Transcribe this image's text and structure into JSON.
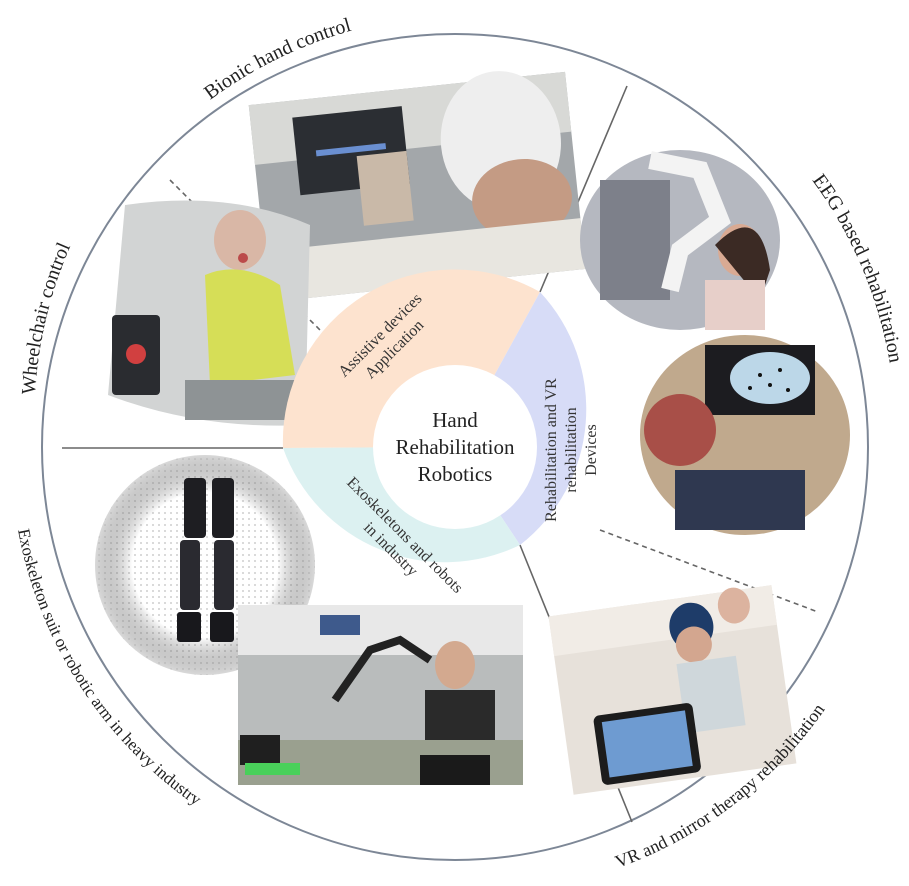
{
  "center": {
    "title_lines": [
      "Hand",
      "Rehabilitation",
      "Robotics"
    ]
  },
  "segments": [
    {
      "lines": [
        "Assistive devices",
        "Application"
      ],
      "color": "#fde3cf"
    },
    {
      "lines": [
        "Rehabilitation and VR",
        "rehabilitation",
        "Devices"
      ],
      "color": "#d7dcf7"
    },
    {
      "lines": [
        "Exoskeletons and robots",
        "in industry"
      ],
      "color": "#dcf1f1"
    }
  ],
  "outer_labels": {
    "bionic": "Bionic hand control",
    "wheelchair": "Wheelchair control",
    "eeg": "EEG based rehabilitation",
    "exoskeleton": "Exoskeleton suit or robotic arm in heavy industry",
    "vr": "VR and mirror therapy rehabilitation"
  },
  "photos": {
    "bionic": "photo: EEG cap with bionic hand and monitor",
    "wheelchair": "illustration: patient in wheelchair with sensors",
    "eeg_robot": "photo: robot arm assisting woman",
    "eeg_cap": "photo: EEG cap and screen with dots",
    "exo_suit": "illustration: exoskeleton legs",
    "exo_lab": "photo: robotic arm in lab with operator",
    "vr": "photo: mirror therapy with tablet"
  },
  "colors": {
    "ring": "#7d8796",
    "center_fill": "#ffffff",
    "divider": "#666666"
  }
}
